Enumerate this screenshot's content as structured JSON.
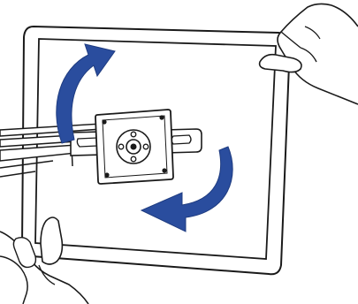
{
  "diagram": {
    "kind": "monitor-rotation-instruction",
    "elements": [
      "monitor-panel",
      "mounting-bracket",
      "support-arm",
      "rotate-arrow-upper",
      "rotate-arrow-lower",
      "hand-top-right",
      "hand-bottom-left"
    ]
  },
  "colors": {
    "arrow": "#2a4d9e",
    "line": "#1a1a1a",
    "panel_fill": "#ffffff",
    "background": "#ffffff"
  }
}
